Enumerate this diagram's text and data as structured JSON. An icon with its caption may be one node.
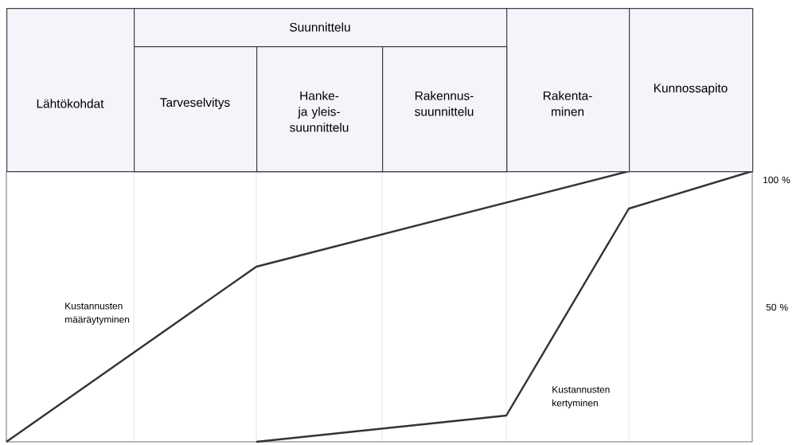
{
  "diagram": {
    "nodes": [
      {
        "text": [
          "Lähtökohdat"
        ]
      },
      {
        "text": [
          "Suunnittelu"
        ]
      },
      {
        "text": [
          "Tarveselvitys"
        ],
        "in": 1
      },
      {
        "text": [
          "Hanke- ja yleis- suunnittelu"
        ],
        "in": 1
      },
      {
        "text": [
          "Rakennus- suunnittelu"
        ],
        "in": 1
      },
      {
        "text": [
          "Rakenta- minen"
        ]
      },
      {
        "text": [
          "Kunnossapito"
        ]
      }
    ],
    "labels": [
      "100 %",
      "Kustannusten määräytyminen",
      "50 %",
      "Kustannusten kertyminen"
    ]
  }
}
